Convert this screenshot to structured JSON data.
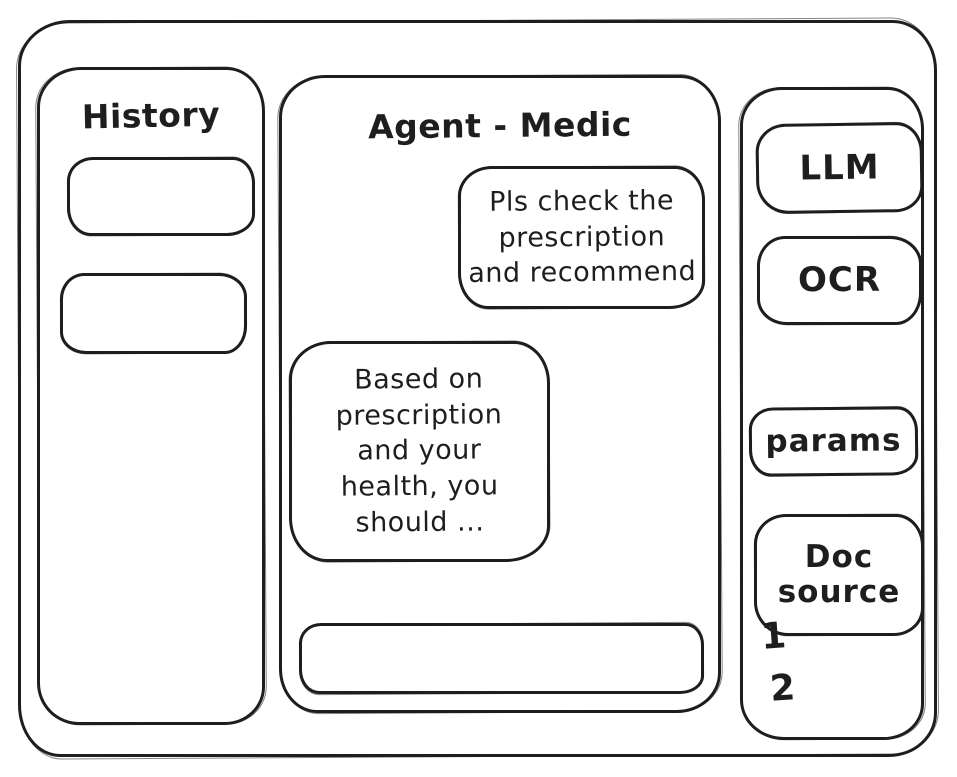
{
  "history_panel": {
    "title": "History",
    "items": [
      {
        "label": ""
      },
      {
        "label": ""
      }
    ]
  },
  "chat_panel": {
    "title": "Agent - Medic",
    "messages": [
      {
        "role": "user",
        "text": "Pls check the\nprescription\nand recommend"
      },
      {
        "role": "assistant",
        "text": "Based on\nprescription\nand your\nhealth, you\nshould ..."
      }
    ],
    "input": {
      "value": "",
      "placeholder": ""
    }
  },
  "tools_panel": {
    "buttons": [
      {
        "label": "LLM"
      },
      {
        "label": "OCR"
      },
      {
        "label": "params"
      },
      {
        "label": "Doc source"
      }
    ],
    "doc_source_items": [
      "1",
      "2"
    ]
  },
  "colors": {
    "ink": "#1e1e1e",
    "background": "#ffffff"
  }
}
